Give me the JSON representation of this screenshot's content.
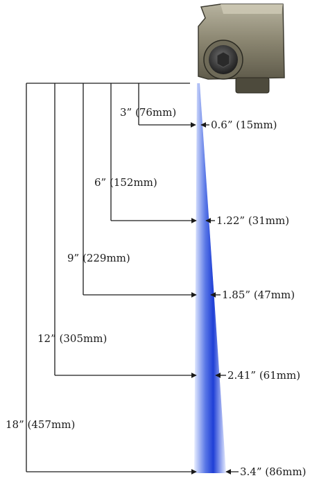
{
  "diagram": {
    "distances": [
      {
        "label": "3” (76mm)",
        "width_label": "0.6” (15mm)"
      },
      {
        "label": "6” (152mm)",
        "width_label": "1.22” (31mm)"
      },
      {
        "label": "9” (229mm)",
        "width_label": "1.85” (47mm)"
      },
      {
        "label": "12” (305mm)",
        "width_label": "2.41” (61mm)"
      },
      {
        "label": "18” (457mm)",
        "width_label": "3.4” (86mm)"
      }
    ],
    "colors": {
      "beam": "#1f3fd6",
      "beam_light": "#e8eeff",
      "line": "#1a1a1a",
      "device_body": "#8a8570"
    },
    "device_icon": "laser-emitter-icon"
  }
}
